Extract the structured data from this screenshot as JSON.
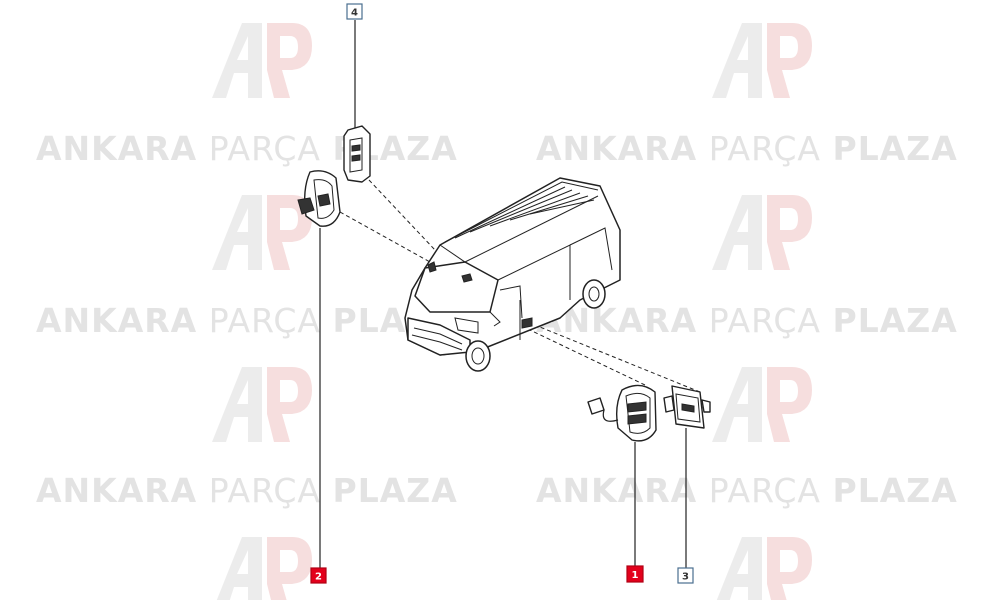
{
  "watermark": {
    "brand_bold": "ANKARA",
    "brand_light": "PARÇA",
    "brand_bold2": "PLAZA",
    "logo_icon": "ap-logo-icon",
    "color": "#e3e3e3"
  },
  "callouts": [
    {
      "id": "1",
      "label": "1",
      "highlighted": true
    },
    {
      "id": "2",
      "label": "2",
      "highlighted": true
    },
    {
      "id": "3",
      "label": "3",
      "highlighted": false
    },
    {
      "id": "4",
      "label": "4",
      "highlighted": false
    }
  ],
  "colors": {
    "highlight": "#e3001b",
    "callout_border": "#4a6f8f",
    "line": "#222222"
  }
}
